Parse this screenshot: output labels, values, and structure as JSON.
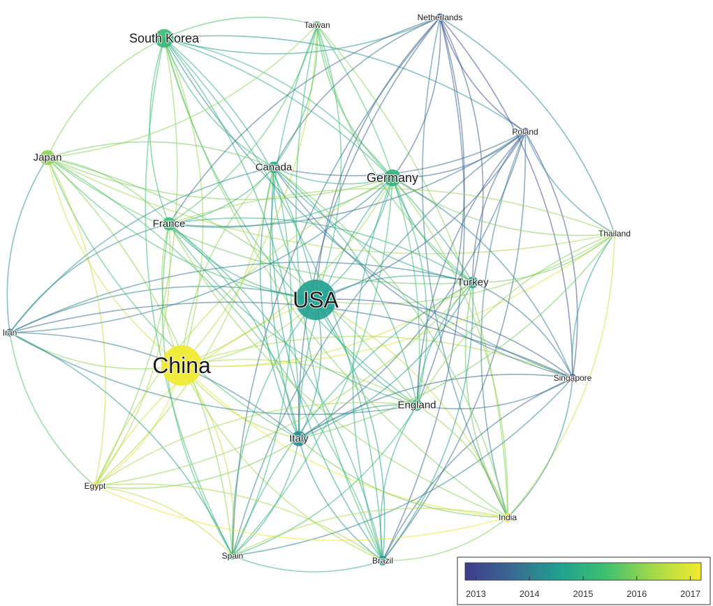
{
  "colors": {
    "scale": [
      "#3f3c8b",
      "#3a6a92",
      "#20a090",
      "#3fc06f",
      "#a6d94a",
      "#f2ea2b"
    ]
  },
  "nodes": [
    {
      "id": "usa",
      "label": "USA",
      "year": 2014.6,
      "weight": 10
    },
    {
      "id": "china",
      "label": "China",
      "year": 2017,
      "weight": 10
    },
    {
      "id": "south_korea",
      "label": "South Korea",
      "year": 2015.2,
      "weight": 4
    },
    {
      "id": "japan",
      "label": "Japan",
      "year": 2016,
      "weight": 3
    },
    {
      "id": "taiwan",
      "label": "Taiwan",
      "year": 2015.6,
      "weight": 1
    },
    {
      "id": "netherlands",
      "label": "Netherlands",
      "year": 2013.3,
      "weight": 1
    },
    {
      "id": "poland",
      "label": "Poland",
      "year": 2013.4,
      "weight": 1
    },
    {
      "id": "canada",
      "label": "Canada",
      "year": 2014.8,
      "weight": 2
    },
    {
      "id": "germany",
      "label": "Germany",
      "year": 2015.1,
      "weight": 3.5
    },
    {
      "id": "france",
      "label": "France",
      "year": 2015.3,
      "weight": 2.5
    },
    {
      "id": "thailand",
      "label": "Thailand",
      "year": 2016.4,
      "weight": 1
    },
    {
      "id": "turkey",
      "label": "Turkey",
      "year": 2014.6,
      "weight": 2
    },
    {
      "id": "iran",
      "label": "Iran",
      "year": 2013.9,
      "weight": 1
    },
    {
      "id": "singapore",
      "label": "Singapore",
      "year": 2013.3,
      "weight": 1
    },
    {
      "id": "england",
      "label": "England",
      "year": 2015.2,
      "weight": 2
    },
    {
      "id": "italy",
      "label": "Italy",
      "year": 2014.3,
      "weight": 3
    },
    {
      "id": "egypt",
      "label": "Egypt",
      "year": 2016.9,
      "weight": 1
    },
    {
      "id": "india",
      "label": "India",
      "year": 2016.9,
      "weight": 1.5
    },
    {
      "id": "spain",
      "label": "Spain",
      "year": 2015.5,
      "weight": 1
    },
    {
      "id": "brazil",
      "label": "Brazil",
      "year": 2014.5,
      "weight": 1.5
    }
  ],
  "edges": [
    [
      "usa",
      "china",
      2016.2
    ],
    [
      "usa",
      "south_korea",
      2015
    ],
    [
      "usa",
      "japan",
      2015.4
    ],
    [
      "usa",
      "taiwan",
      2015.3
    ],
    [
      "usa",
      "netherlands",
      2013.5
    ],
    [
      "usa",
      "poland",
      2013.6
    ],
    [
      "usa",
      "canada",
      2014.9
    ],
    [
      "usa",
      "germany",
      2014.9
    ],
    [
      "usa",
      "france",
      2015
    ],
    [
      "usa",
      "thailand",
      2016
    ],
    [
      "usa",
      "turkey",
      2014.8
    ],
    [
      "usa",
      "iran",
      2014.2
    ],
    [
      "usa",
      "singapore",
      2013.6
    ],
    [
      "usa",
      "england",
      2014.9
    ],
    [
      "usa",
      "italy",
      2014.5
    ],
    [
      "usa",
      "egypt",
      2016.7
    ],
    [
      "usa",
      "india",
      2016.5
    ],
    [
      "usa",
      "spain",
      2015.1
    ],
    [
      "usa",
      "brazil",
      2014.6
    ],
    [
      "china",
      "south_korea",
      2016.1
    ],
    [
      "china",
      "japan",
      2016.6
    ],
    [
      "china",
      "taiwan",
      2016.4
    ],
    [
      "china",
      "canada",
      2016
    ],
    [
      "china",
      "germany",
      2016.2
    ],
    [
      "china",
      "france",
      2016.1
    ],
    [
      "china",
      "turkey",
      2016.6
    ],
    [
      "china",
      "england",
      2016.3
    ],
    [
      "china",
      "italy",
      2016.2
    ],
    [
      "china",
      "egypt",
      2016.9
    ],
    [
      "china",
      "india",
      2016.9
    ],
    [
      "china",
      "spain",
      2016.5
    ],
    [
      "china",
      "brazil",
      2016.2
    ],
    [
      "china",
      "singapore",
      2016.3
    ],
    [
      "china",
      "thailand",
      2016.8
    ],
    [
      "china",
      "iran",
      2016
    ],
    [
      "south_korea",
      "japan",
      2015.9
    ],
    [
      "south_korea",
      "taiwan",
      2015.4
    ],
    [
      "south_korea",
      "canada",
      2015.1
    ],
    [
      "south_korea",
      "germany",
      2015.2
    ],
    [
      "south_korea",
      "france",
      2015.2
    ],
    [
      "south_korea",
      "italy",
      2014.9
    ],
    [
      "south_korea",
      "england",
      2015.1
    ],
    [
      "south_korea",
      "turkey",
      2015
    ],
    [
      "south_korea",
      "netherlands",
      2014.5
    ],
    [
      "south_korea",
      "poland",
      2014.4
    ],
    [
      "south_korea",
      "spain",
      2015.3
    ],
    [
      "south_korea",
      "brazil",
      2015
    ],
    [
      "south_korea",
      "india",
      2015.9
    ],
    [
      "south_korea",
      "egypt",
      2016
    ],
    [
      "south_korea",
      "singapore",
      2014.2
    ],
    [
      "japan",
      "canada",
      2015.8
    ],
    [
      "japan",
      "germany",
      2015.9
    ],
    [
      "japan",
      "france",
      2015.8
    ],
    [
      "japan",
      "italy",
      2015.4
    ],
    [
      "japan",
      "england",
      2015.8
    ],
    [
      "japan",
      "turkey",
      2015.7
    ],
    [
      "japan",
      "spain",
      2016
    ],
    [
      "japan",
      "iran",
      2014.3
    ],
    [
      "japan",
      "egypt",
      2016.5
    ],
    [
      "japan",
      "taiwan",
      2016
    ],
    [
      "japan",
      "brazil",
      2015.4
    ],
    [
      "japan",
      "thailand",
      2016.2
    ],
    [
      "taiwan",
      "canada",
      2015.4
    ],
    [
      "taiwan",
      "germany",
      2015.5
    ],
    [
      "taiwan",
      "france",
      2015.5
    ],
    [
      "taiwan",
      "italy",
      2015
    ],
    [
      "taiwan",
      "england",
      2015.4
    ],
    [
      "taiwan",
      "turkey",
      2015.6
    ],
    [
      "taiwan",
      "india",
      2016
    ],
    [
      "taiwan",
      "brazil",
      2015.2
    ],
    [
      "netherlands",
      "germany",
      2013.6
    ],
    [
      "netherlands",
      "canada",
      2013.8
    ],
    [
      "netherlands",
      "turkey",
      2013.5
    ],
    [
      "netherlands",
      "italy",
      2013.7
    ],
    [
      "netherlands",
      "england",
      2013.6
    ],
    [
      "netherlands",
      "poland",
      2013.3
    ],
    [
      "netherlands",
      "singapore",
      2013.3
    ],
    [
      "netherlands",
      "france",
      2013.8
    ],
    [
      "netherlands",
      "thailand",
      2014.2
    ],
    [
      "netherlands",
      "spain",
      2013.9
    ],
    [
      "netherlands",
      "brazil",
      2013.7
    ],
    [
      "netherlands",
      "india",
      2014
    ],
    [
      "poland",
      "germany",
      2013.7
    ],
    [
      "poland",
      "turkey",
      2013.6
    ],
    [
      "poland",
      "italy",
      2013.8
    ],
    [
      "poland",
      "england",
      2013.7
    ],
    [
      "poland",
      "singapore",
      2013.4
    ],
    [
      "poland",
      "thailand",
      2014.3
    ],
    [
      "poland",
      "canada",
      2013.9
    ],
    [
      "poland",
      "india",
      2014.1
    ],
    [
      "poland",
      "france",
      2013.9
    ],
    [
      "poland",
      "spain",
      2014
    ],
    [
      "poland",
      "brazil",
      2013.8
    ],
    [
      "canada",
      "germany",
      2015
    ],
    [
      "canada",
      "france",
      2015
    ],
    [
      "canada",
      "italy",
      2014.6
    ],
    [
      "canada",
      "england",
      2014.9
    ],
    [
      "canada",
      "turkey",
      2014.8
    ],
    [
      "canada",
      "spain",
      2015.1
    ],
    [
      "canada",
      "brazil",
      2014.6
    ],
    [
      "canada",
      "india",
      2015.8
    ],
    [
      "canada",
      "iran",
      2014.4
    ],
    [
      "canada",
      "egypt",
      2016.2
    ],
    [
      "canada",
      "singapore",
      2014
    ],
    [
      "germany",
      "france",
      2015.1
    ],
    [
      "germany",
      "italy",
      2014.8
    ],
    [
      "germany",
      "england",
      2015.1
    ],
    [
      "germany",
      "turkey",
      2014.9
    ],
    [
      "germany",
      "spain",
      2015.3
    ],
    [
      "germany",
      "brazil",
      2014.8
    ],
    [
      "germany",
      "india",
      2016
    ],
    [
      "germany",
      "thailand",
      2015.9
    ],
    [
      "germany",
      "singapore",
      2014.1
    ],
    [
      "germany",
      "egypt",
      2016.3
    ],
    [
      "france",
      "italy",
      2014.9
    ],
    [
      "france",
      "england",
      2015.1
    ],
    [
      "france",
      "turkey",
      2015
    ],
    [
      "france",
      "spain",
      2015.4
    ],
    [
      "france",
      "brazil",
      2014.9
    ],
    [
      "france",
      "iran",
      2014.3
    ],
    [
      "france",
      "egypt",
      2016.2
    ],
    [
      "france",
      "india",
      2016
    ],
    [
      "thailand",
      "turkey",
      2015.8
    ],
    [
      "thailand",
      "singapore",
      2014.6
    ],
    [
      "thailand",
      "india",
      2016.6
    ],
    [
      "thailand",
      "england",
      2016
    ],
    [
      "thailand",
      "italy",
      2015.8
    ],
    [
      "thailand",
      "france",
      2016.1
    ],
    [
      "turkey",
      "italy",
      2014.5
    ],
    [
      "turkey",
      "england",
      2014.9
    ],
    [
      "turkey",
      "singapore",
      2013.9
    ],
    [
      "turkey",
      "india",
      2015.7
    ],
    [
      "turkey",
      "brazil",
      2014.6
    ],
    [
      "turkey",
      "spain",
      2015
    ],
    [
      "turkey",
      "egypt",
      2016.1
    ],
    [
      "turkey",
      "iran",
      2014.1
    ],
    [
      "iran",
      "italy",
      2014
    ],
    [
      "iran",
      "egypt",
      2015.5
    ],
    [
      "iran",
      "spain",
      2014.6
    ],
    [
      "iran",
      "england",
      2014.2
    ],
    [
      "iran",
      "singapore",
      2013.8
    ],
    [
      "iran",
      "germany",
      2014.2
    ],
    [
      "singapore",
      "england",
      2013.9
    ],
    [
      "singapore",
      "italy",
      2013.8
    ],
    [
      "singapore",
      "india",
      2014.3
    ],
    [
      "singapore",
      "brazil",
      2013.9
    ],
    [
      "singapore",
      "spain",
      2014.2
    ],
    [
      "england",
      "italy",
      2014.8
    ],
    [
      "england",
      "spain",
      2015.2
    ],
    [
      "england",
      "brazil",
      2014.8
    ],
    [
      "england",
      "india",
      2016
    ],
    [
      "england",
      "egypt",
      2016.2
    ],
    [
      "italy",
      "spain",
      2014.9
    ],
    [
      "italy",
      "brazil",
      2014.4
    ],
    [
      "italy",
      "egypt",
      2015.9
    ],
    [
      "italy",
      "india",
      2015.7
    ],
    [
      "egypt",
      "spain",
      2016.5
    ],
    [
      "egypt",
      "india",
      2016.9
    ],
    [
      "egypt",
      "brazil",
      2016.2
    ],
    [
      "india",
      "spain",
      2016.3
    ],
    [
      "india",
      "brazil",
      2015.9
    ],
    [
      "spain",
      "brazil",
      2015
    ]
  ],
  "legend": {
    "ticks": [
      "2013",
      "2014",
      "2015",
      "2016",
      "2017"
    ],
    "min": 2012.8,
    "max": 2017.2
  }
}
